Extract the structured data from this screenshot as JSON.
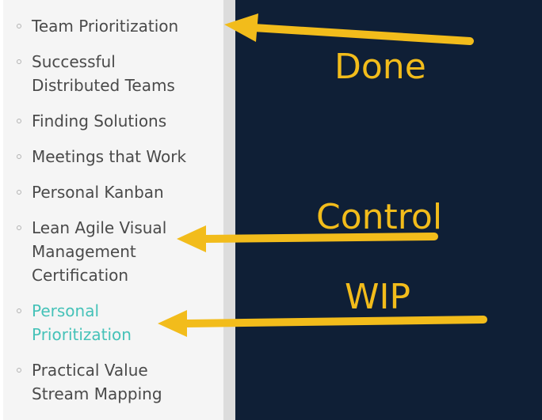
{
  "menu": {
    "items": [
      {
        "label": "Team Prioritization",
        "active": false
      },
      {
        "label": "Successful Distributed Teams",
        "active": false
      },
      {
        "label": "Finding Solutions",
        "active": false
      },
      {
        "label": "Meetings that Work",
        "active": false
      },
      {
        "label": "Personal Kanban",
        "active": false
      },
      {
        "label": "Lean Agile Visual Management Certification",
        "active": false
      },
      {
        "label": "Personal Prioritization",
        "active": true
      },
      {
        "label": "Practical Value Stream Mapping",
        "active": false
      }
    ]
  },
  "annotations": {
    "done": "Done",
    "control": "Control",
    "wip": "WIP"
  },
  "colors": {
    "annotation": "#f2bc1b",
    "active_link": "#45c2b8",
    "panel_bg": "#0f1f36"
  }
}
